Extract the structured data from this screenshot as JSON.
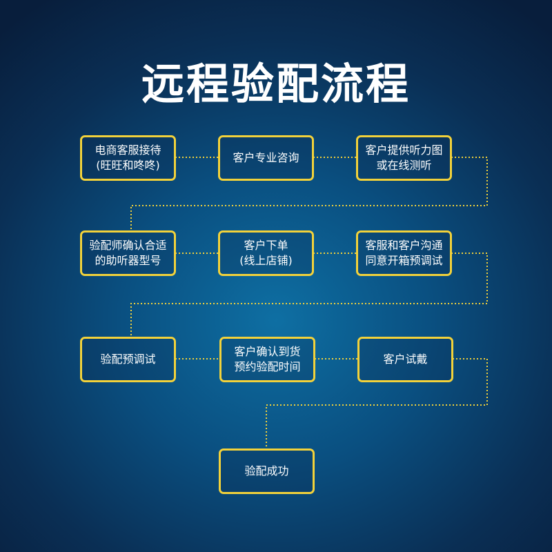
{
  "title": "远程验配流程",
  "steps": [
    "电商客服接待\n(旺旺和咚咚)",
    "客户专业咨询",
    "客户提供听力图\n或在线测听",
    "客服和客户沟通\n同意开箱预调试",
    "客户下单\n(线上店铺)",
    "验配师确认合适\n的助听器型号",
    "验配预调试",
    "客户确认到货\n预约验配时间",
    "客户试戴",
    "验配成功"
  ],
  "colors": {
    "box_border": "#f3d23a",
    "connector": "#f3d23a",
    "text": "#ffffff"
  }
}
